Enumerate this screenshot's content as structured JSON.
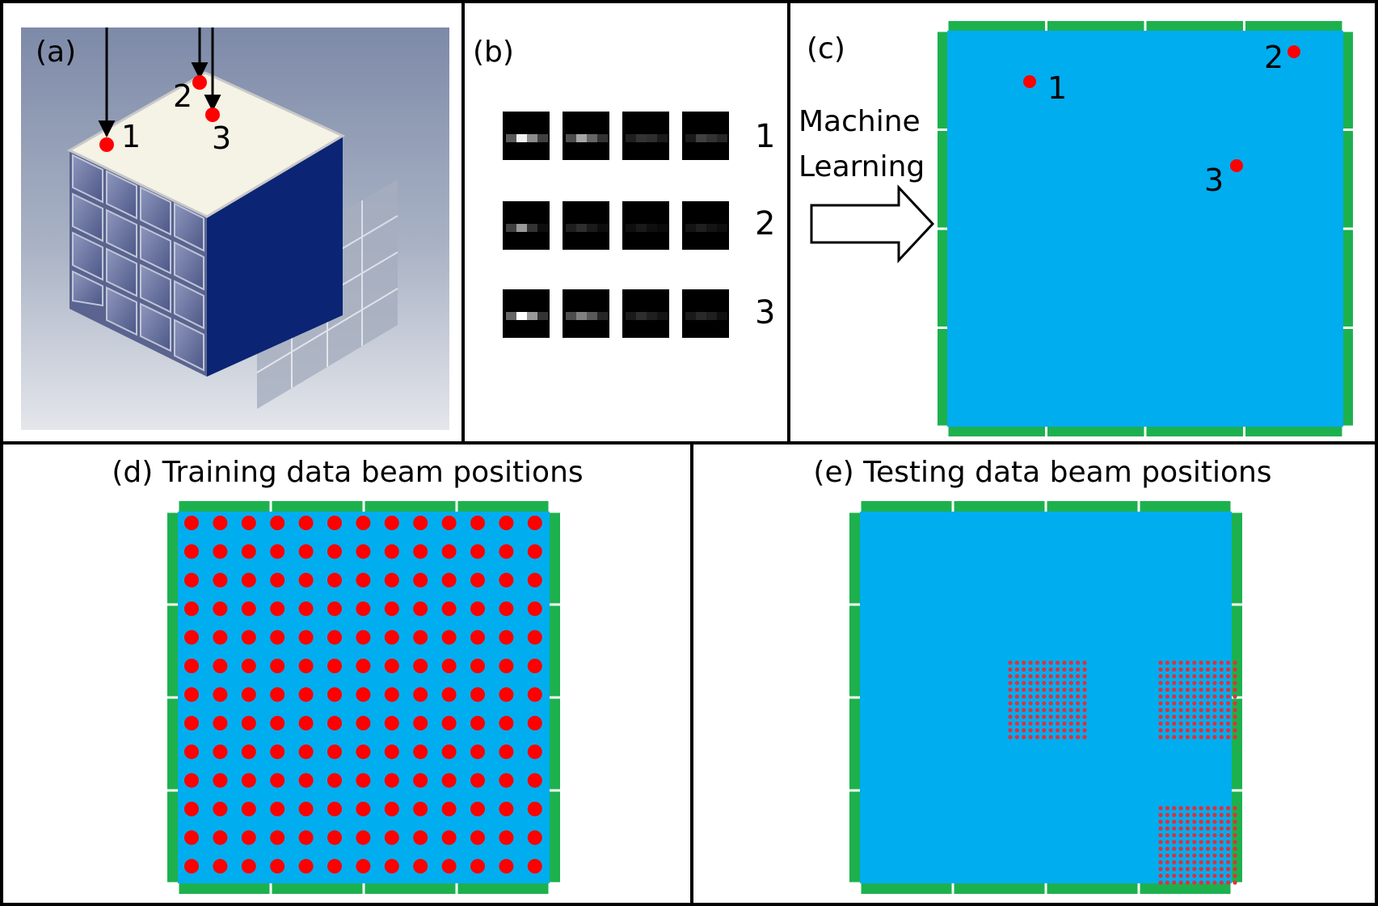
{
  "panels": {
    "a": {
      "label": "(a)",
      "beam_labels": [
        "1",
        "2",
        "3"
      ]
    },
    "b": {
      "label": "(b)",
      "row_labels": [
        "1",
        "2",
        "3"
      ]
    },
    "c": {
      "label": "(c)",
      "arrow_text_line1": "Machine",
      "arrow_text_line2": "Learning",
      "point_labels": [
        "1",
        "2",
        "3"
      ]
    },
    "d": {
      "title": "(d) Training data beam positions",
      "grid_rows": 13,
      "grid_cols": 13
    },
    "e": {
      "title": "(e) Testing data beam positions",
      "cluster_grid": 12
    }
  },
  "colors": {
    "detector_face": "#00adef",
    "readout_strip": "#1db14e",
    "beam_point": "#ff0000",
    "frame": "#000000"
  }
}
